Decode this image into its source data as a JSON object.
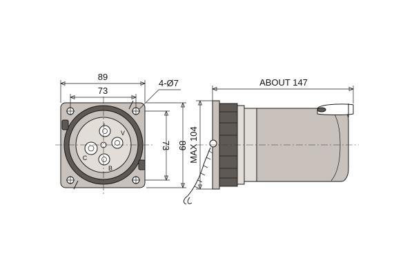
{
  "dimensions": {
    "front_width_outer": "89",
    "front_width_inner": "73",
    "front_height_inner": "73",
    "front_height_outer": "89",
    "mounting_holes": "4-Ø7",
    "side_length": "ABOUT 147",
    "side_height": "MAX 104"
  },
  "pin_marks": {
    "top": "↑",
    "right": "V",
    "left": "C",
    "bottom": "B"
  },
  "colors": {
    "body": "#c9c2bc",
    "dark_ring": "#5e5955",
    "line": "#1a1a1a"
  }
}
